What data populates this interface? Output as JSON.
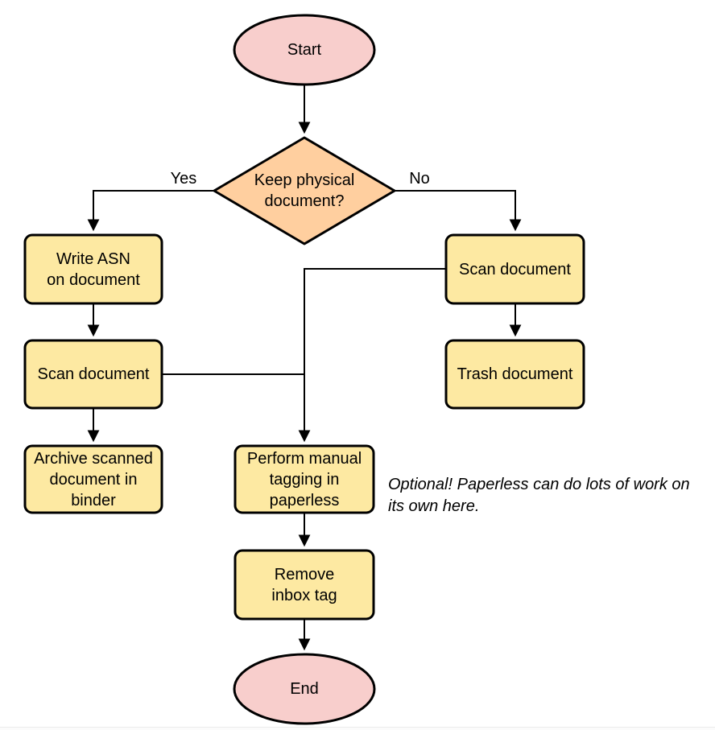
{
  "diagram": {
    "type": "flowchart",
    "colors": {
      "terminal_fill": "#f8cecc",
      "decision_fill": "#ffcf9f",
      "process_fill": "#fde9a2",
      "stroke": "#000000"
    },
    "nodes": {
      "start": {
        "label": "Start",
        "shape": "ellipse"
      },
      "decision": {
        "label": "Keep physical\ndocument?",
        "shape": "diamond"
      },
      "write_asn": {
        "label": "Write ASN\non document",
        "shape": "rounded-rect"
      },
      "scan_left": {
        "label": "Scan document",
        "shape": "rounded-rect"
      },
      "archive": {
        "label": "Archive scanned\ndocument in\nbinder",
        "shape": "rounded-rect"
      },
      "scan_right": {
        "label": "Scan document",
        "shape": "rounded-rect"
      },
      "trash": {
        "label": "Trash document",
        "shape": "rounded-rect"
      },
      "tagging": {
        "label": "Perform manual\ntagging in\npaperless",
        "shape": "rounded-rect"
      },
      "remove_inbox": {
        "label": "Remove\ninbox tag",
        "shape": "rounded-rect"
      },
      "end": {
        "label": "End",
        "shape": "ellipse"
      }
    },
    "edge_labels": {
      "yes": "Yes",
      "no": "No"
    },
    "note": {
      "text": "Optional! Paperless can do lots of work on\nits own here."
    }
  }
}
